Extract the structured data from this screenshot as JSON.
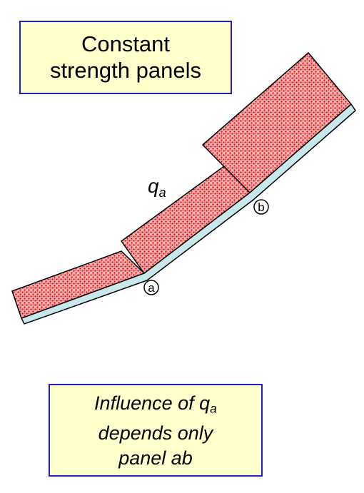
{
  "title_box": {
    "line1": "Constant",
    "line2": "strength panels"
  },
  "diagram": {
    "q_label_main": "q",
    "q_label_sub": "a",
    "node_a": "a",
    "node_b": "b",
    "colors": {
      "panel_fill": "#f2b8b8",
      "panel_dot": "#e00000",
      "skin": "#c8e8ec",
      "outline": "#000000"
    }
  },
  "note_box": {
    "line1_main": "Influence of q",
    "line1_sub": "a",
    "line2": "depends only",
    "line3": "panel ab"
  }
}
